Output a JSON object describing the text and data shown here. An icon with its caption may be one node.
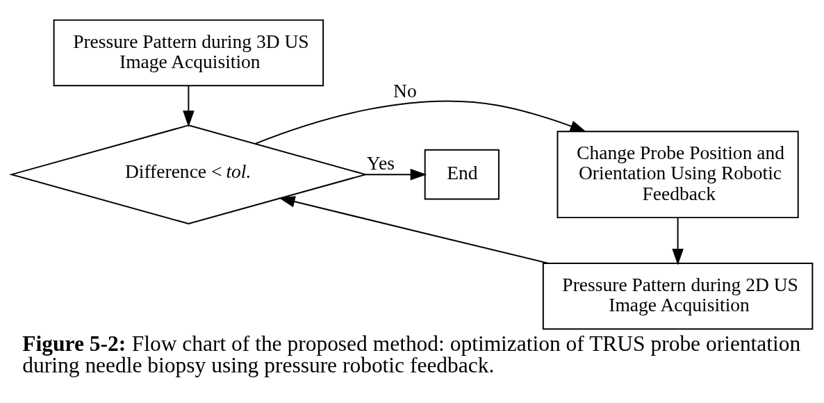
{
  "diagram": {
    "caption": "**Figure 5-2:** Flow chart of the proposed method: optimization of TRUS probe orientation during needle biopsy using pressure robotic feedback.",
    "nodes": [
      {
        "text": [
          "Pressure Pattern during 3D US Image Acquisition"
        ]
      },
      {
        "text": [
          "Difference < *tol.*"
        ]
      },
      {
        "text": [
          "Change Probe Position and Orientation Using Robotic Feedback"
        ]
      },
      {
        "text": [
          "End"
        ]
      },
      {
        "text": [
          "Pressure Pattern during 2D US Image Acquisition"
        ]
      }
    ],
    "edges": [
      {
        "from": 0,
        "to": 1,
        "arrow": "to"
      },
      {
        "from": 1,
        "to": 2,
        "arrow": "to",
        "label": "No"
      },
      {
        "from": 1,
        "to": 3,
        "arrow": "to",
        "label": "Yes"
      },
      {
        "from": 2,
        "to": 4,
        "arrow": "to"
      },
      {
        "from": 4,
        "to": 1,
        "arrow": "to"
      }
    ]
  }
}
